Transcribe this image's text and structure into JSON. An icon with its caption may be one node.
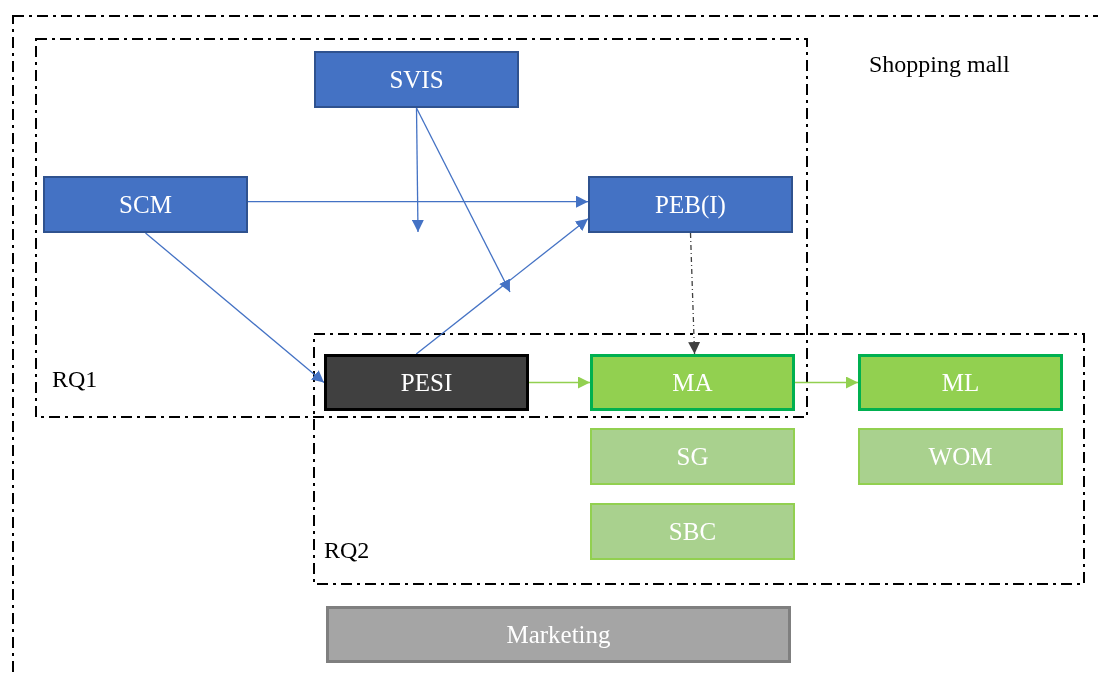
{
  "diagram": {
    "nodes": [
      {
        "text": [
          "Shopping mall"
        ]
      },
      {
        "text": [
          "RQ1"
        ],
        "in": 0
      },
      {
        "text": [
          "SVIS"
        ],
        "in": 1
      },
      {
        "text": [
          "SCM"
        ],
        "in": 1
      },
      {
        "text": [
          "PEB(I)"
        ],
        "in": 1
      },
      {
        "text": [
          "RQ2"
        ],
        "in": 0
      },
      {
        "text": [
          "PESI"
        ]
      },
      {
        "text": [
          "MA"
        ]
      },
      {
        "text": [
          "ML"
        ],
        "in": 5
      },
      {
        "text": [
          "SG"
        ],
        "in": 5
      },
      {
        "text": [
          "WOM"
        ],
        "in": 5
      },
      {
        "text": [
          "SBC"
        ],
        "in": 5
      },
      {
        "text": [
          "Marketing"
        ],
        "in": 0
      }
    ],
    "edges": [
      {
        "from": 2,
        "to": null,
        "arrow": "to"
      },
      {
        "from": 2,
        "to": null,
        "arrow": "to"
      },
      {
        "from": 3,
        "to": 4,
        "arrow": "to"
      },
      {
        "from": 3,
        "to": 6,
        "arrow": "to"
      },
      {
        "from": 6,
        "to": 4,
        "arrow": "to"
      },
      {
        "from": 4,
        "to": 7,
        "arrow": "to",
        "style": "dashed",
        "color": "#404040"
      },
      {
        "from": 6,
        "to": 7,
        "arrow": "to",
        "color": "#92d050"
      },
      {
        "from": 7,
        "to": 8,
        "arrow": "to",
        "color": "#92d050"
      }
    ]
  }
}
